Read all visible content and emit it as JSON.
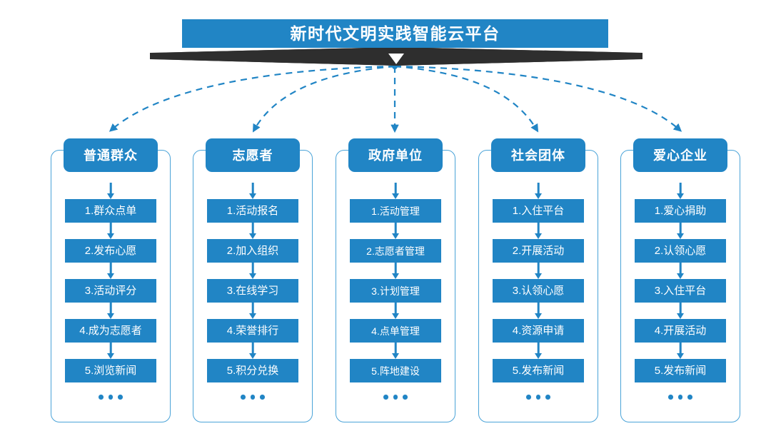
{
  "banner": {
    "title": "新时代文明实践智能云平台",
    "color": "#2185c5",
    "shadow_color": "#2e2e2e",
    "chevron_icon": "chevron-down-icon"
  },
  "theme": {
    "primary": "#2185c5",
    "outline": "#4aa3d8",
    "text_on_primary": "#ffffff",
    "background": "#ffffff"
  },
  "connectors": {
    "style": "dashed-curved-arrow",
    "color": "#2185c5",
    "count": 5,
    "hub_label": "新时代文明实践智能云平台"
  },
  "columns": [
    {
      "header": "普通群众",
      "ellipsis": "...",
      "steps": [
        "1.群众点单",
        "2.发布心愿",
        "3.活动评分",
        "4.成为志愿者",
        "5.浏览新闻"
      ]
    },
    {
      "header": "志愿者",
      "ellipsis": "...",
      "steps": [
        "1.活动报名",
        "2.加入组织",
        "3.在线学习",
        "4.荣誉排行",
        "5.积分兑换"
      ]
    },
    {
      "header": "政府单位",
      "ellipsis": "...",
      "steps": [
        "1.活动管理",
        "2.志愿者管理",
        "3.计划管理",
        "4.点单管理",
        "5.阵地建设"
      ]
    },
    {
      "header": "社会团体",
      "ellipsis": "...",
      "steps": [
        "1.入住平台",
        "2.开展活动",
        "3.认领心愿",
        "4.资源申请",
        "5.发布新闻"
      ]
    },
    {
      "header": "爱心企业",
      "ellipsis": "...",
      "steps": [
        "1.爱心捐助",
        "2.认领心愿",
        "3.入住平台",
        "4.开展活动",
        "5.发布新闻"
      ]
    }
  ]
}
